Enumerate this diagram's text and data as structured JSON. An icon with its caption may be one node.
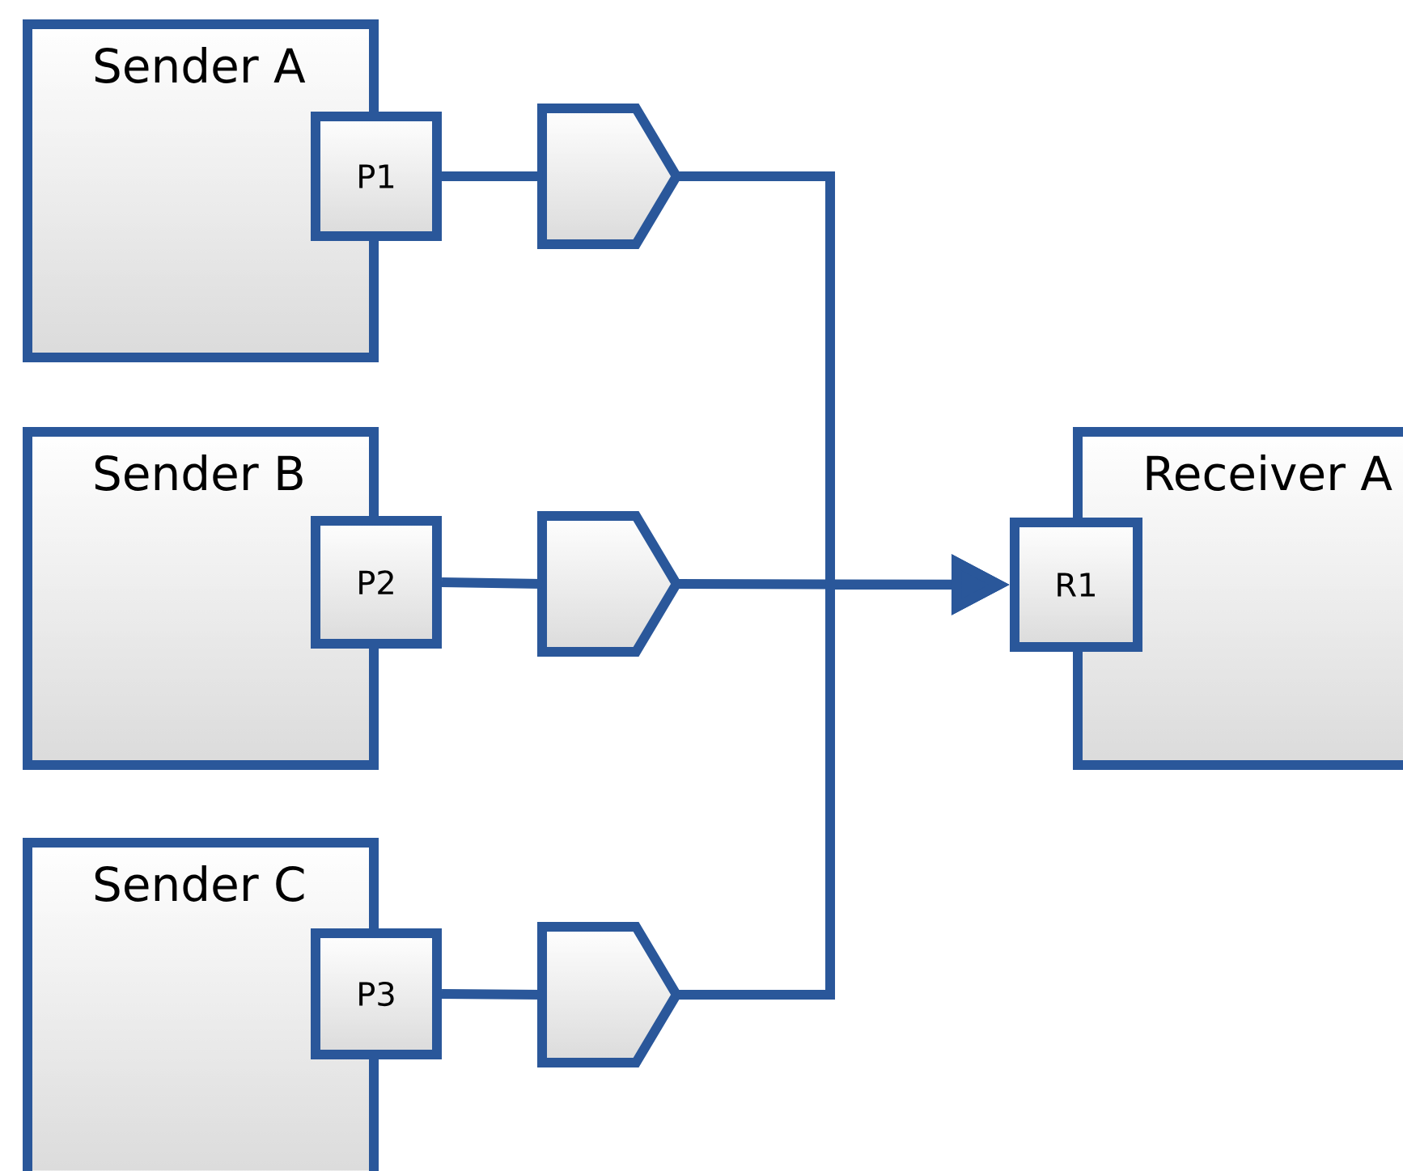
{
  "diagram": {
    "nodes": [
      {
        "text": [
          "Sender A"
        ]
      },
      {
        "text": [
          "P1"
        ]
      },
      {
        "text": [
          "Sender B"
        ]
      },
      {
        "text": [
          "P2"
        ]
      },
      {
        "text": [
          "Sender C"
        ]
      },
      {
        "text": [
          "P3"
        ]
      },
      {
        "text": [
          "Receiver A"
        ]
      },
      {
        "text": [
          "R1"
        ]
      },
      {
        "text": [],
        "shape": "pentagon"
      },
      {
        "text": [],
        "shape": "pentagon"
      },
      {
        "text": [],
        "shape": "pentagon"
      }
    ],
    "edges": [
      {
        "from": 1,
        "to": 8,
        "arrow": "none"
      },
      {
        "from": 3,
        "to": 9,
        "arrow": "none"
      },
      {
        "from": 5,
        "to": 10,
        "arrow": "none"
      },
      {
        "from": 8,
        "to": 7,
        "arrow": "to"
      },
      {
        "from": 9,
        "to": 7,
        "arrow": "to"
      },
      {
        "from": 10,
        "to": 7,
        "arrow": "to"
      }
    ]
  }
}
